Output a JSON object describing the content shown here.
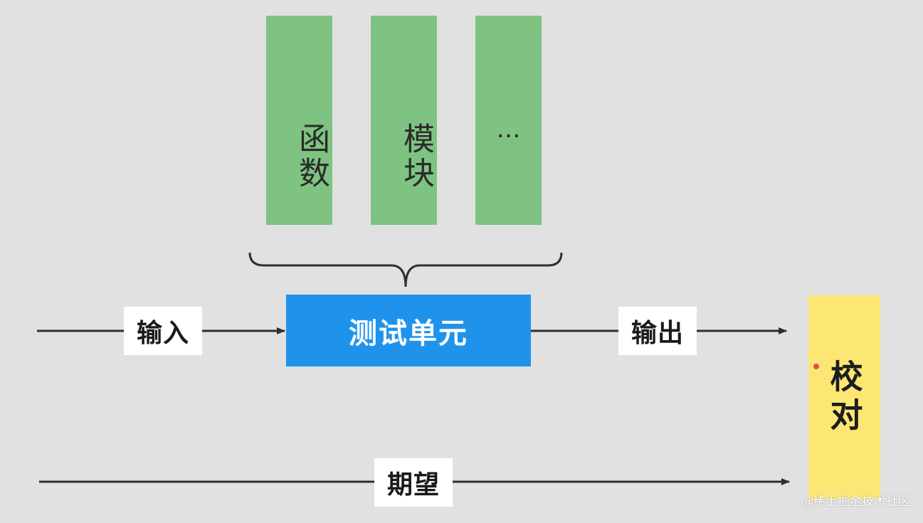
{
  "units": {
    "function": "函数",
    "module": "模块",
    "more": "…"
  },
  "test_unit": "测试单元",
  "labels": {
    "input": "输入",
    "output": "输出",
    "expected": "期望"
  },
  "verify": "校对",
  "watermark": "@稀土掘金技术社区",
  "colors": {
    "unit_green": "#7fc382",
    "test_unit_blue": "#1f93ec",
    "verify_yellow": "#fde774",
    "background": "#e1e1e1"
  }
}
